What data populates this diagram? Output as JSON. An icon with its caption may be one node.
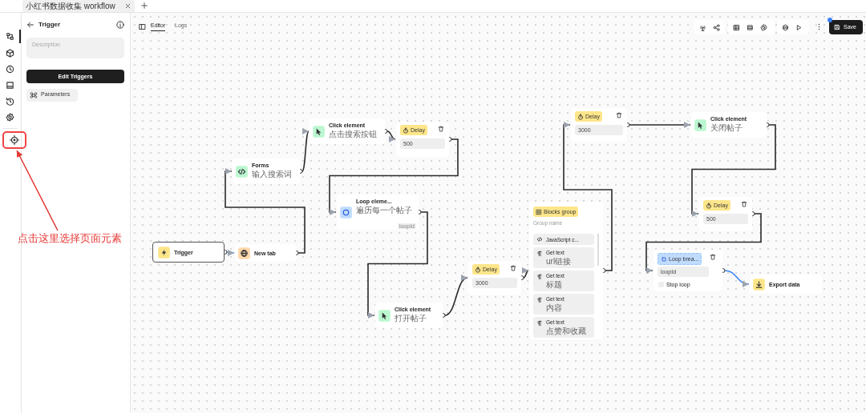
{
  "diagram": {
    "nodes": [
      {
        "text": [
          "Trigger"
        ]
      },
      {
        "text": [
          "New tab"
        ]
      },
      {
        "text": [
          "Forms",
          "输入搜索词"
        ]
      },
      {
        "text": [
          "Click element",
          "点击搜索按钮"
        ]
      },
      {
        "text": [
          "Delay",
          "500"
        ]
      },
      {
        "text": [
          "Loop eleme...",
          "遍历每一个帖子",
          "loopId"
        ]
      },
      {
        "text": [
          "Click element",
          "打开帖子"
        ]
      },
      {
        "text": [
          "Delay",
          "3000"
        ]
      },
      {
        "text": [
          "Blocks group",
          "Group name"
        ]
      },
      {
        "text": [
          "JavaScript c..."
        ],
        "in": 8
      },
      {
        "text": [
          "Get text",
          "url链接"
        ],
        "in": 8
      },
      {
        "text": [
          "Get text",
          "标题"
        ],
        "in": 8
      },
      {
        "text": [
          "Get text",
          "内容"
        ],
        "in": 8
      },
      {
        "text": [
          "Get text",
          "点赞和收藏"
        ],
        "in": 8
      },
      {
        "text": [
          "Delay",
          "3000"
        ]
      },
      {
        "text": [
          "Click element",
          "关闭帖子"
        ]
      },
      {
        "text": [
          "Delay",
          "500"
        ]
      },
      {
        "text": [
          "Loop brea...",
          "loopId",
          "Stop loop"
        ]
      },
      {
        "text": [
          "Export data"
        ]
      },
      {
        "text": [
          "点击这里选择页面元素"
        ]
      },
      {
        "text": [],
        "shape": "box"
      }
    ],
    "edges": [
      {
        "from": 0,
        "to": 1,
        "arrow": "to",
        "color": "#3b82f6"
      },
      {
        "from": 1,
        "to": 2,
        "arrow": "to"
      },
      {
        "from": 2,
        "to": 3,
        "arrow": "to"
      },
      {
        "from": 3,
        "to": 4,
        "arrow": "to"
      },
      {
        "from": 4,
        "to": 5,
        "arrow": "to"
      },
      {
        "from": 5,
        "to": 6,
        "arrow": "to"
      },
      {
        "from": 6,
        "to": 7,
        "arrow": "to"
      },
      {
        "from": 7,
        "to": 8,
        "arrow": "to"
      },
      {
        "from": 8,
        "to": 14,
        "arrow": "to"
      },
      {
        "from": 14,
        "to": 15,
        "arrow": "to"
      },
      {
        "from": 15,
        "to": 16,
        "arrow": "to"
      },
      {
        "from": 16,
        "to": 17,
        "arrow": "to"
      },
      {
        "from": 17,
        "to": 18,
        "arrow": "to",
        "color": "#3b82f6"
      },
      {
        "from": 19,
        "to": 20,
        "arrow": "to",
        "color": "#e53935"
      }
    ],
    "labels": [
      "小红书数据收集 workflow",
      "Trigger",
      "Description",
      "Edit Triggers",
      "Parameters",
      "Editor",
      "Logs",
      "Save"
    ]
  }
}
